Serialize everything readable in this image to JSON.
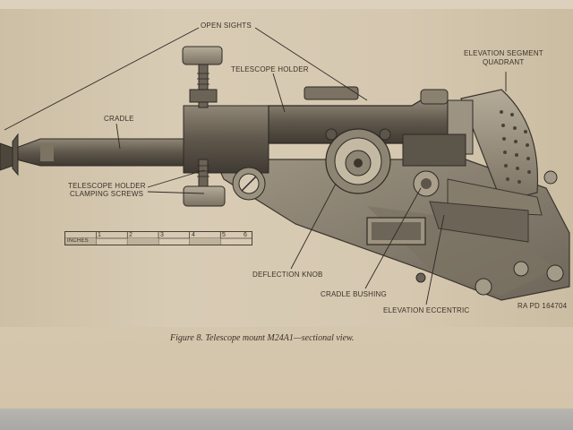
{
  "labels": {
    "open_sights": "OPEN SIGHTS",
    "telescope_holder": "TELESCOPE HOLDER",
    "elevation_segment_line1": "ELEVATION SEGMENT",
    "elevation_segment_line2": "QUADRANT",
    "cradle": "CRADLE",
    "clamping_line1": "TELESCOPE HOLDER",
    "clamping_line2": "CLAMPING SCREWS",
    "deflection_knob": "DEFLECTION KNOB",
    "cradle_bushing": "CRADLE BUSHING",
    "elevation_eccentric": "ELEVATION ECCENTRIC",
    "ra_number": "RA PD 164704"
  },
  "ruler": {
    "unit_label": "INCHES",
    "ticks": [
      "1",
      "2",
      "3",
      "4",
      "5",
      "6"
    ]
  },
  "caption": "Figure 8. Telescope mount M24A1—sectional view."
}
